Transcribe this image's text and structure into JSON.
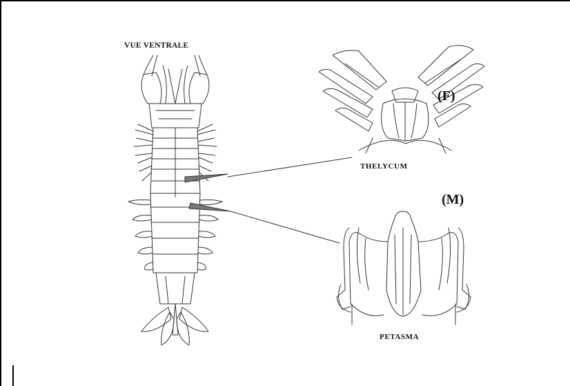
{
  "labels": {
    "view": "VUE VENTRALE",
    "thelycum": "THELYCUM",
    "petasma": "PETASMA",
    "female": "(F)",
    "male": "(M)"
  }
}
